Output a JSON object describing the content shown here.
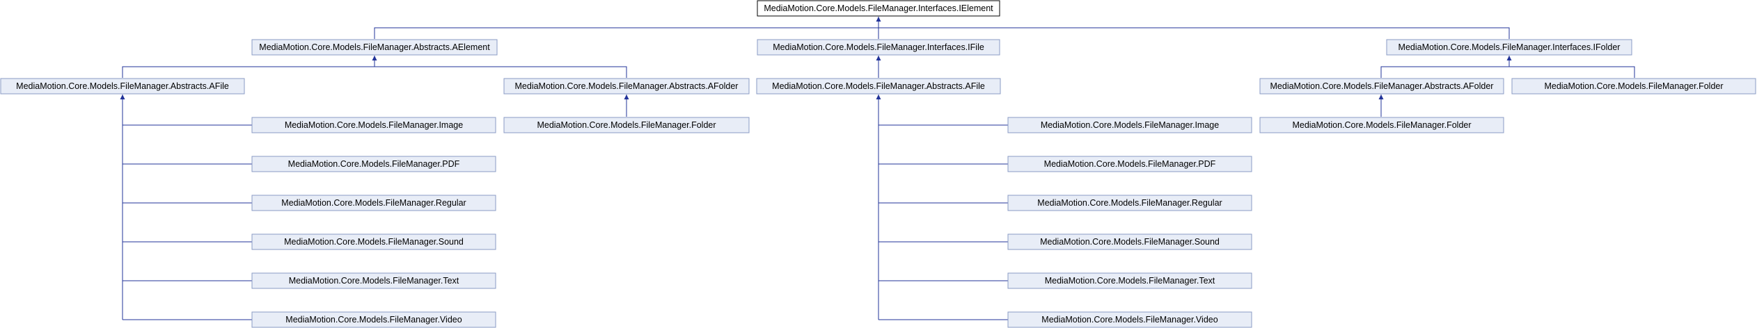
{
  "nodes": {
    "root": "MediaMotion.Core.Models.FileManager.Interfaces.IElement",
    "aelement": "MediaMotion.Core.Models.FileManager.Abstracts.AElement",
    "ifile": "MediaMotion.Core.Models.FileManager.Interfaces.IFile",
    "ifolder": "MediaMotion.Core.Models.FileManager.Interfaces.IFolder",
    "afile_1": "MediaMotion.Core.Models.FileManager.Abstracts.AFile",
    "afolder_1": "MediaMotion.Core.Models.FileManager.Abstracts.AFolder",
    "afile_2": "MediaMotion.Core.Models.FileManager.Abstracts.AFile",
    "afolder_2": "MediaMotion.Core.Models.FileManager.Abstracts.AFolder",
    "folder_2": "MediaMotion.Core.Models.FileManager.Folder",
    "folder_1": "MediaMotion.Core.Models.FileManager.Folder",
    "folder_3": "MediaMotion.Core.Models.FileManager.Folder",
    "image_1": "MediaMotion.Core.Models.FileManager.Image",
    "pdf_1": "MediaMotion.Core.Models.FileManager.PDF",
    "regular_1": "MediaMotion.Core.Models.FileManager.Regular",
    "sound_1": "MediaMotion.Core.Models.FileManager.Sound",
    "text_1": "MediaMotion.Core.Models.FileManager.Text",
    "video_1": "MediaMotion.Core.Models.FileManager.Video",
    "image_2": "MediaMotion.Core.Models.FileManager.Image",
    "pdf_2": "MediaMotion.Core.Models.FileManager.PDF",
    "regular_2": "MediaMotion.Core.Models.FileManager.Regular",
    "sound_2": "MediaMotion.Core.Models.FileManager.Sound",
    "text_2": "MediaMotion.Core.Models.FileManager.Text",
    "video_2": "MediaMotion.Core.Models.FileManager.Video"
  }
}
